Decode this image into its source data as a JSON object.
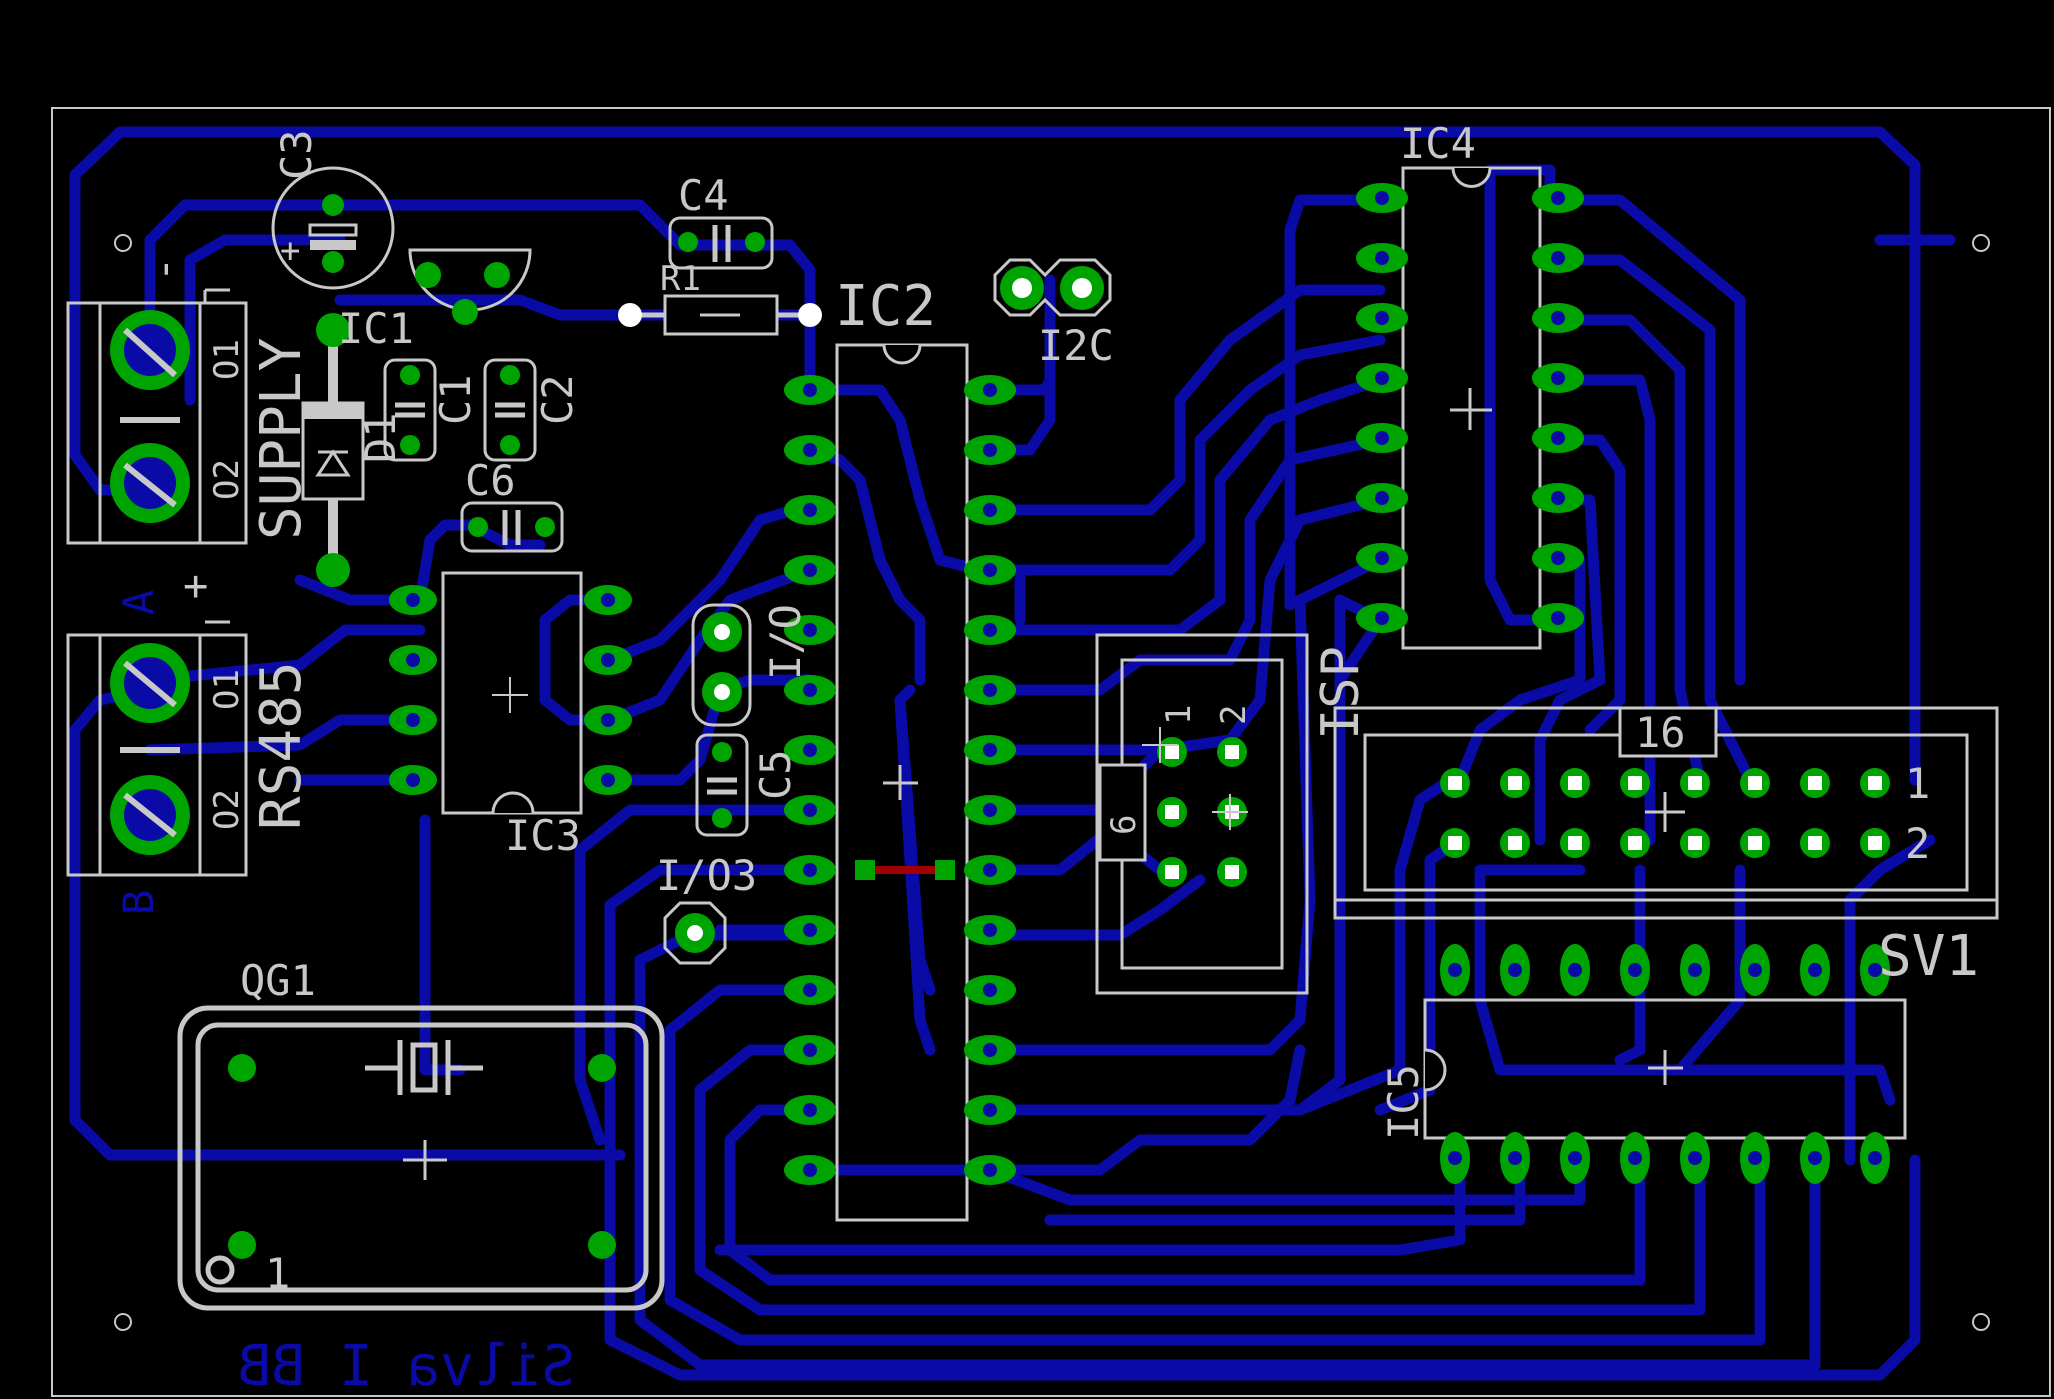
{
  "board": {
    "colors": {
      "background": "#000000",
      "trace_bottom": "#0a0aa6",
      "pad": "#00a400",
      "silkscreen": "#c8c8c8",
      "trace_top": "#a00000"
    },
    "bottom_text": "Silva I BB"
  },
  "components": {
    "c3": "C3",
    "c4": "C4",
    "r1": "R1",
    "ic1": "IC1",
    "ic2": "IC2",
    "i2c": "I2C",
    "ic4": "IC4",
    "c1": "C1",
    "c2": "C2",
    "d1": "D1",
    "c6": "C6",
    "supply": "SUPPLY",
    "rs485": "RS485",
    "io": "I/O",
    "c5": "C5",
    "ic3": "IC3",
    "io3": "I/O3",
    "isp": "ISP",
    "qg1": "QG1",
    "sv1": "SV1",
    "ic5": "IC5",
    "terminal_pin1": "O1",
    "terminal_pin2": "O2",
    "plus": "+",
    "minus": "-",
    "a": "A",
    "b": "B"
  },
  "pin_labels": {
    "isp_1": "1",
    "isp_2": "2",
    "isp_6": "6",
    "sv1_1": "1",
    "sv1_2": "2",
    "sv1_16": "16",
    "qg1_1": "1"
  }
}
